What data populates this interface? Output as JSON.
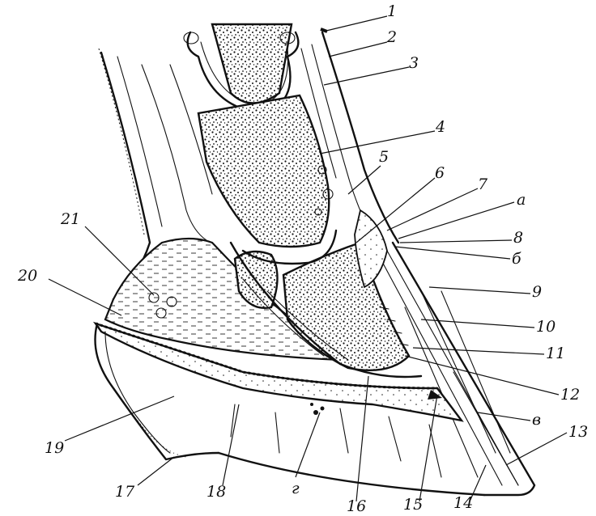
{
  "labels": [
    {
      "id": "l1",
      "text": "1"
    },
    {
      "id": "l2",
      "text": "2"
    },
    {
      "id": "l3",
      "text": "3"
    },
    {
      "id": "l4",
      "text": "4"
    },
    {
      "id": "l5",
      "text": "5"
    },
    {
      "id": "l6",
      "text": "6"
    },
    {
      "id": "l7",
      "text": "7"
    },
    {
      "id": "la",
      "text": "а"
    },
    {
      "id": "l8",
      "text": "8"
    },
    {
      "id": "lb",
      "text": "б"
    },
    {
      "id": "l9",
      "text": "9"
    },
    {
      "id": "l10",
      "text": "10"
    },
    {
      "id": "l11",
      "text": "11"
    },
    {
      "id": "l12",
      "text": "12"
    },
    {
      "id": "lv",
      "text": "в"
    },
    {
      "id": "l13",
      "text": "13"
    },
    {
      "id": "l14",
      "text": "14"
    },
    {
      "id": "l15",
      "text": "15"
    },
    {
      "id": "l16",
      "text": "16"
    },
    {
      "id": "lg",
      "text": "г"
    },
    {
      "id": "l17",
      "text": "17"
    },
    {
      "id": "l18",
      "text": "18"
    },
    {
      "id": "l19",
      "text": "19"
    },
    {
      "id": "l20",
      "text": "20"
    },
    {
      "id": "l21",
      "text": "21"
    }
  ]
}
